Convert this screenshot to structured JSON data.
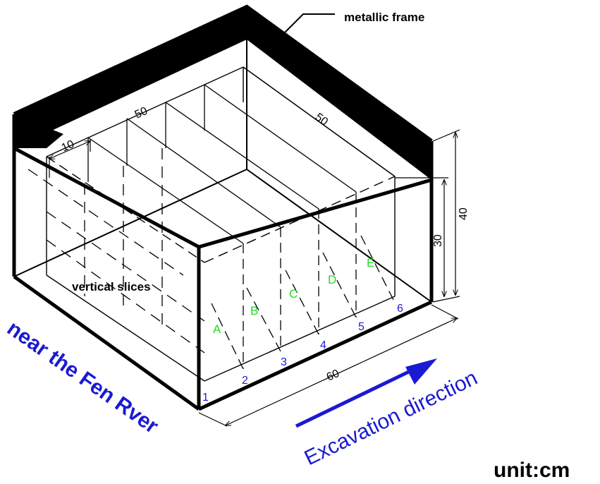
{
  "labels": {
    "frame": "metallic frame",
    "slices": "vertical slices",
    "river": "near the Fen Rver",
    "excavation": "Excavation direction",
    "unit": "unit:cm"
  },
  "dimensions": {
    "slice_width": "50",
    "box_length": "50",
    "spacing": "10",
    "base": "60",
    "height_outer": "40",
    "height_inner": "30"
  },
  "zones": [
    "A",
    "B",
    "C",
    "D",
    "E"
  ],
  "slice_numbers": [
    "1",
    "2",
    "3",
    "4",
    "5",
    "6"
  ],
  "colors": {
    "frame": "#000000",
    "zone_labels": "#22dd22",
    "numbers": "#1a1adc",
    "accent_blue": "#1a1ad2"
  }
}
